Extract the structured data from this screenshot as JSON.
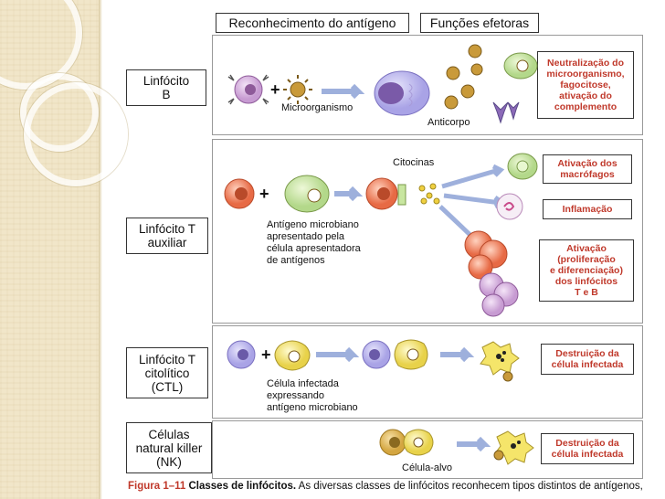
{
  "headers": {
    "recognition": "Reconhecimento do antígeno",
    "effector": "Funções efetoras"
  },
  "rows": [
    {
      "label": "Linfócito\nB"
    },
    {
      "label": "Linfócito T\nauxiliar"
    },
    {
      "label": "Linfócito T\ncitolítico\n(CTL)"
    },
    {
      "label": "Células\nnatural killer\n(NK)"
    }
  ],
  "texts": {
    "microorganism": "Microorganismo",
    "antibody": "Anticorpo",
    "cytokines": "Citocinas",
    "antigen_presented": "Antígeno microbiano\napresentado pela\ncélula apresentadora\nde antígenos",
    "infected_cell": "Célula infectada\nexpressando\nantígeno microbiano",
    "target_cell": "Célula-alvo"
  },
  "functions": {
    "b": "Neutralização do\nmicroorganismo,\nfagocitose,\nativação do\ncomplemento",
    "macrophage": "Ativação dos\nmacrófagos",
    "inflammation": "Inflamação",
    "activation": "Ativação\n(proliferação\ne diferenciação)\ndos linfócitos\nT e B",
    "ctl": "Destruição da\ncélula infectada",
    "nk": "Destruição da\ncélula infectada"
  },
  "caption": {
    "figure": "Figura 1–11",
    "title": "Classes de linfócitos.",
    "text": "As diversas classes de linfócitos reconhecem tipos distintos de antígenos,"
  },
  "colors": {
    "function_text": "#c0392b",
    "b_cell": "#d9b3e0",
    "th_cell": "#f08a6a",
    "apc": "#c8e6a0",
    "microbe": "#b8860b",
    "infected": "#f5e56a",
    "arrow": "#a7b7e0"
  }
}
